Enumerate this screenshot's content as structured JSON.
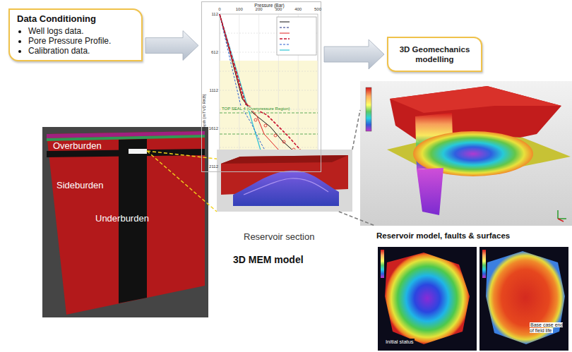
{
  "diagram": {
    "nodes": [
      {
        "text": [
          "Data Conditioning",
          "Well logs data.",
          "Pore Pressure Profile.",
          "Calibration data."
        ]
      },
      {
        "text": [
          "Pressure (Bar)"
        ]
      },
      {
        "text": [
          "3D Geomechanics modelling"
        ]
      },
      {
        "text": [
          "Overburden",
          "Sideburden",
          "Underburden"
        ]
      },
      {
        "text": [
          "Reservoir section"
        ]
      },
      {
        "text": [
          "Reservoir model, faults & surfaces"
        ]
      }
    ],
    "edges": [
      {
        "from": 0,
        "to": 1,
        "arrow": "to"
      },
      {
        "from": 1,
        "to": 2,
        "arrow": "to"
      },
      {
        "from": 3,
        "to": 4,
        "arrow": "none"
      },
      {
        "from": 3,
        "to": 4,
        "arrow": "none"
      },
      {
        "from": 4,
        "to": 5,
        "arrow": "none"
      },
      {
        "from": 4,
        "to": 5,
        "arrow": "none"
      }
    ],
    "labels": [
      "0",
      "100",
      "200",
      "300",
      "400",
      "500",
      "112",
      "612",
      "1112",
      "1612",
      "2112",
      "Depth [mTVD RKB]",
      "TOP SEAL 4 (Overpressure Region)",
      "3D MEM model",
      "Initial status",
      "Base case end of field life"
    ]
  }
}
